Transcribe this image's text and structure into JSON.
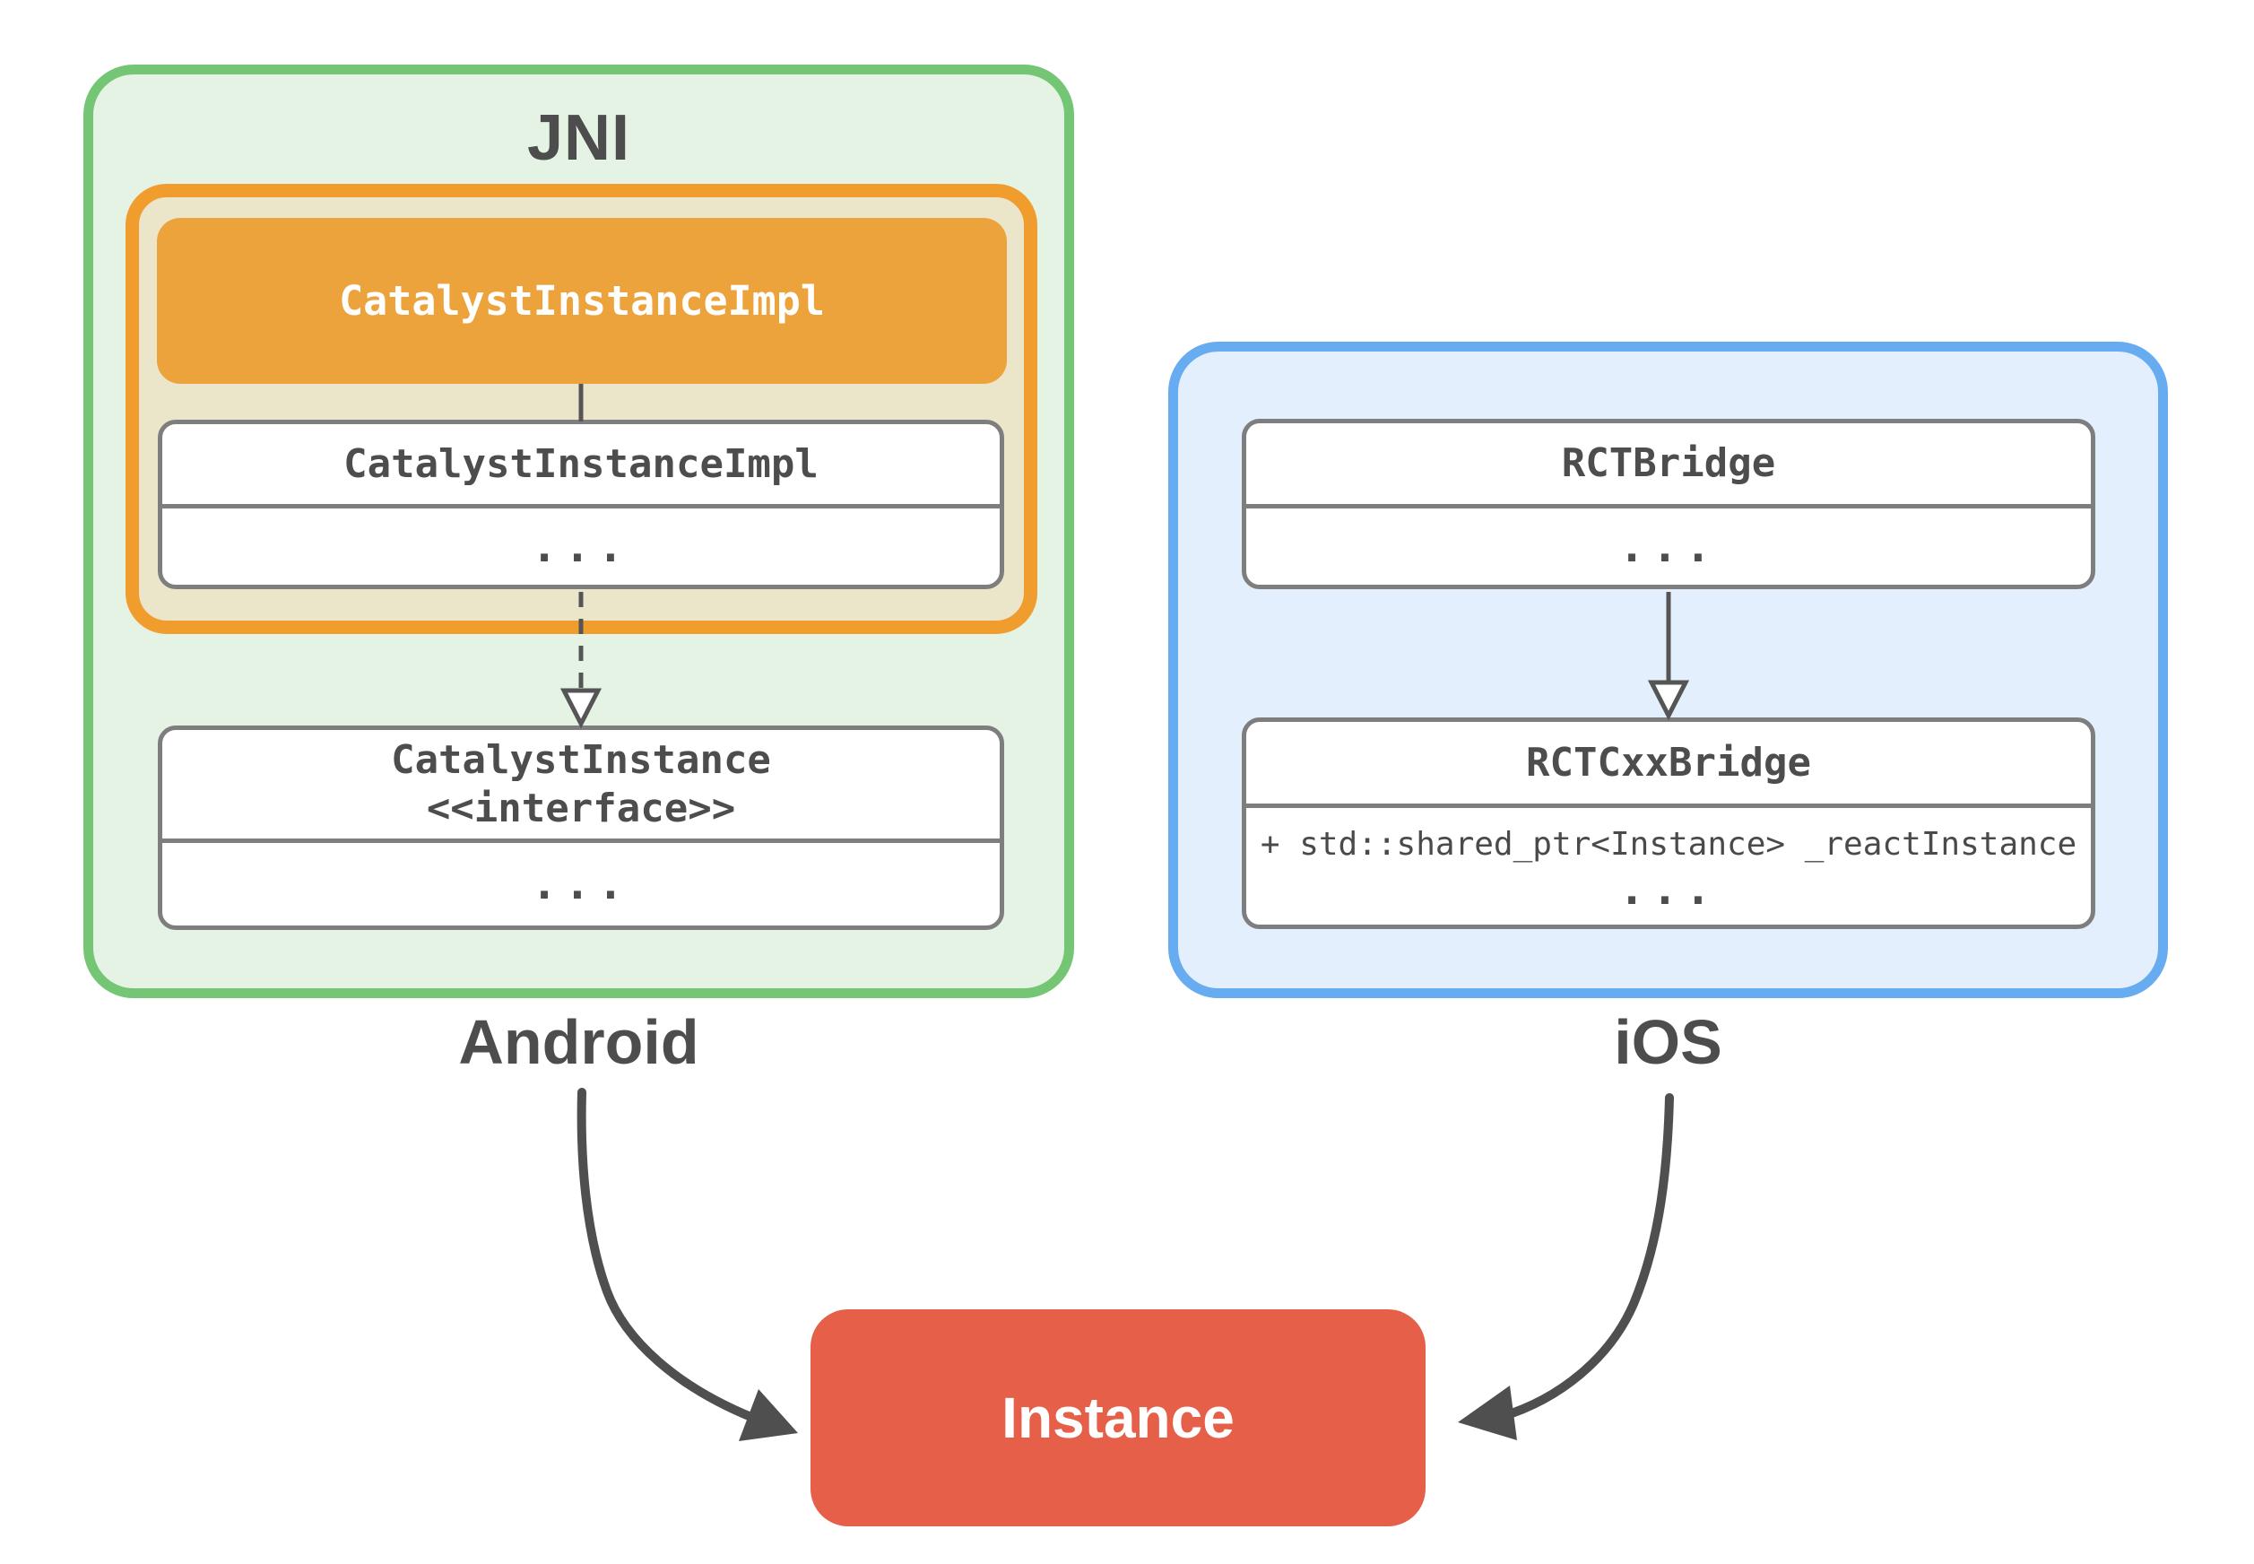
{
  "android_group": {
    "title": "JNI",
    "platform_label": "Android",
    "highlight_class": {
      "name": "CatalystInstanceImpl"
    },
    "impl_class": {
      "name": "CatalystInstanceImpl",
      "body": "..."
    },
    "interface_class": {
      "name": "CatalystInstance",
      "stereotype": "<<interface>>",
      "body": "..."
    }
  },
  "ios_group": {
    "platform_label": "iOS",
    "bridge_class": {
      "name": "RCTBridge",
      "body": "..."
    },
    "cxx_bridge_class": {
      "name": "RCTCxxBridge",
      "attribute": "+ std::shared_ptr<Instance> _reactInstance",
      "body": "..."
    }
  },
  "instance_node": {
    "label": "Instance"
  },
  "colors": {
    "android_border": "#74c674",
    "android_fill": "#e5f3e5",
    "jni_container_border": "#f09d2e",
    "jni_container_fill": "#ebe6c9",
    "highlight_fill": "#eca33b",
    "ios_border": "#67abf1",
    "ios_fill": "#e3effc",
    "instance_fill": "#e55f49",
    "card_border": "#7e7e7e",
    "text_dark": "#4d4d4d",
    "arrow": "#4f4f4f"
  }
}
